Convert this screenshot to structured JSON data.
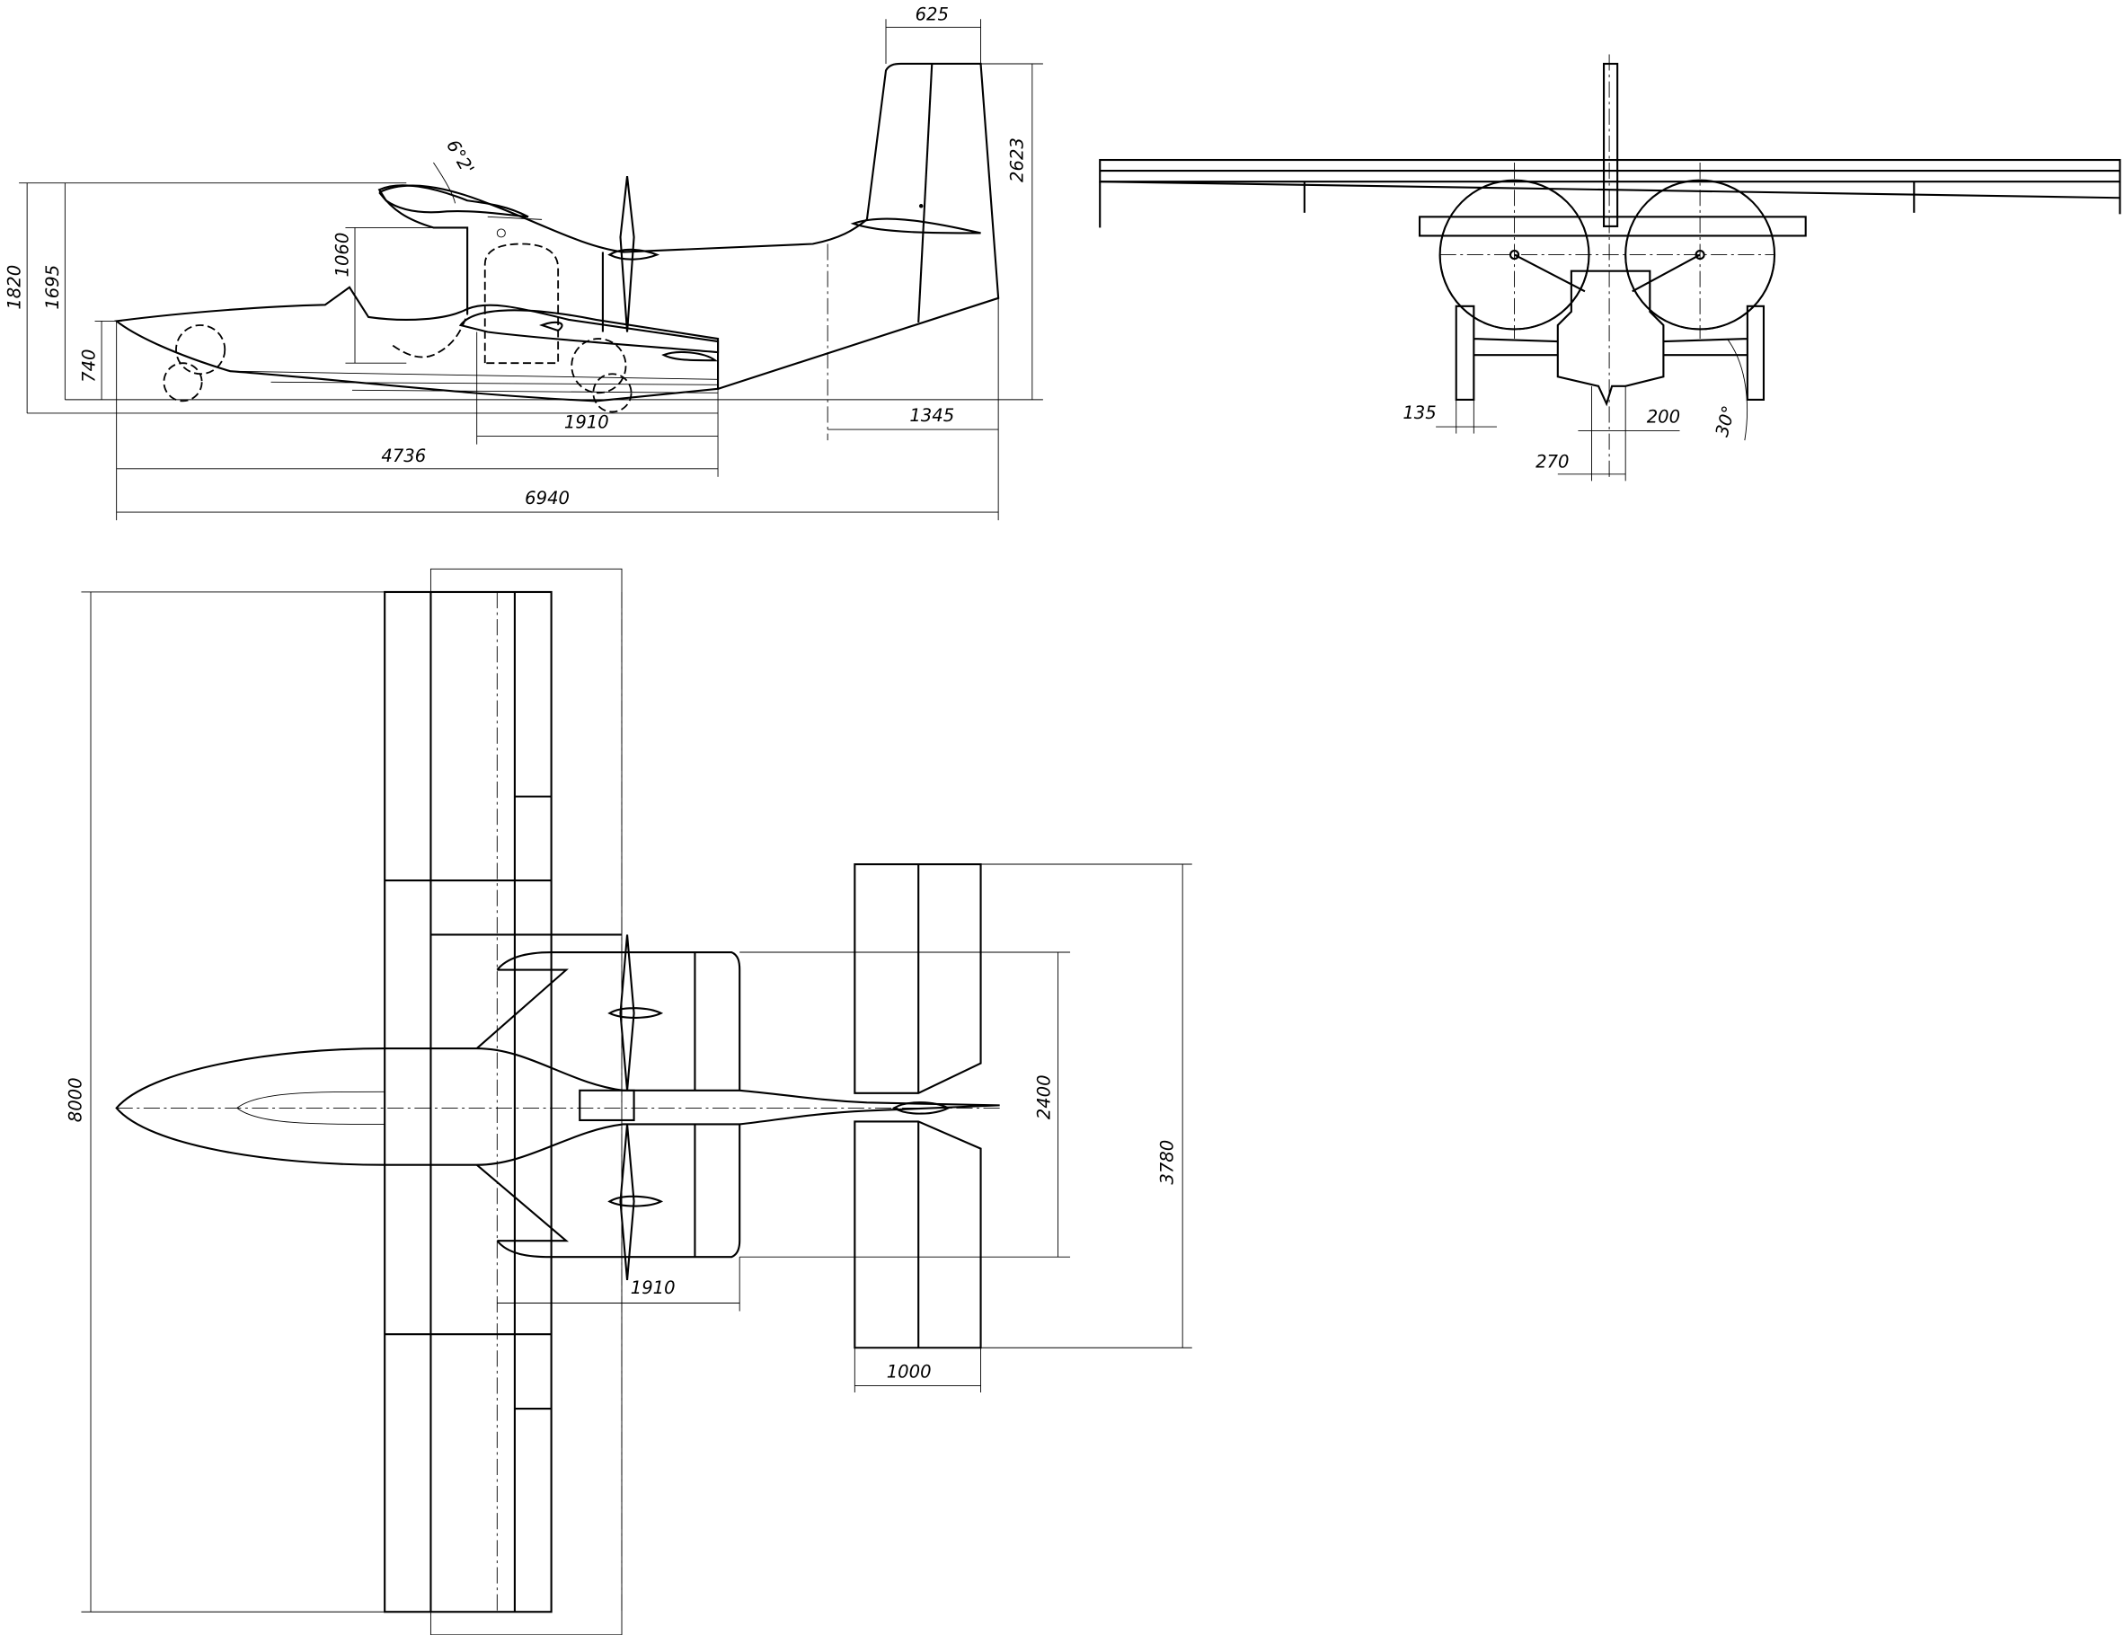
{
  "title": "Three-view drawing of amphibious aircraft",
  "side_view": {
    "dims": {
      "fin_chord": "625",
      "height_overall": "2623",
      "height_1820": "1820",
      "height_1695": "1695",
      "cabin_height": "1060",
      "nose_height": "740",
      "boom_length": "1910",
      "hull_length": "4736",
      "length_overall": "6940",
      "tail_offset": "1345",
      "prop_angle": "6°2'"
    }
  },
  "front_view": {
    "dims": {
      "d135": "135",
      "d200": "200",
      "d270": "270",
      "angle": "30°"
    }
  },
  "top_view": {
    "dims": {
      "wingspan": "8000",
      "boom_spacing": "2400",
      "tail_span": "3780",
      "boom_length": "1910",
      "tail_chord": "1000"
    }
  }
}
